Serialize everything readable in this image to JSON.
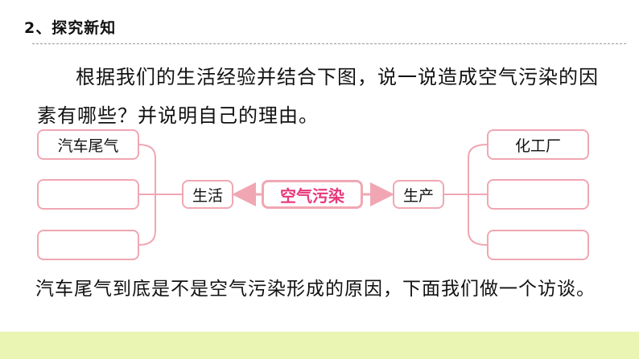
{
  "header": {
    "title": "2、探究新知"
  },
  "intro": {
    "text": "根据我们的生活经验并结合下图，说一说造成空气污染的因素有哪些？并说明自己的理由。"
  },
  "diagram": {
    "center": "空气污染",
    "left_branch": {
      "label": "生活",
      "items": [
        "汽车尾气",
        "",
        ""
      ]
    },
    "right_branch": {
      "label": "生产",
      "items": [
        "化工厂",
        "",
        ""
      ]
    },
    "colors": {
      "border": "#f0a7b3",
      "center_text": "#e8387a",
      "arrow": "#f0a7b3"
    }
  },
  "closing": {
    "text": "汽车尾气到底是不是空气污染形成的原因，下面我们做一个访谈。"
  },
  "footer": {
    "color": "#eaf5b3"
  }
}
